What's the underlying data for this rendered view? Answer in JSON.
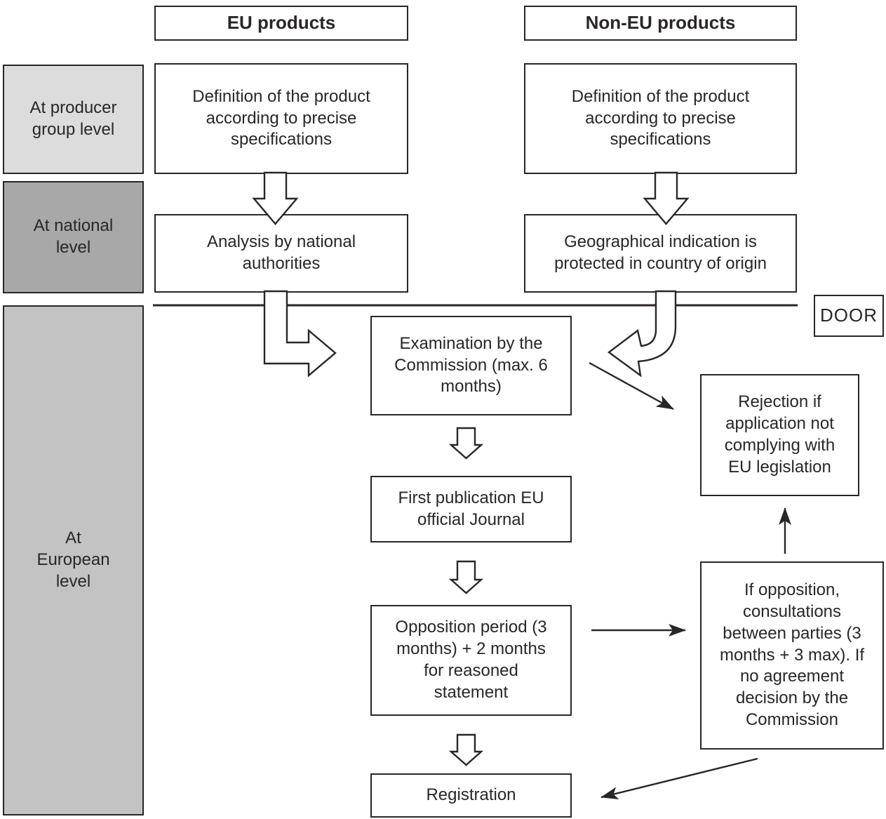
{
  "headers": {
    "eu": "EU products",
    "non_eu": "Non-EU products"
  },
  "sidebar": {
    "producer": "At producer\ngroup level",
    "national": "At national\nlevel",
    "european": "At\nEuropean\nlevel"
  },
  "flow": {
    "eu_definition": "Definition of the product\naccording to precise\nspecifications",
    "non_eu_definition": "Definition of the product\naccording to precise\nspecifications",
    "analysis": "Analysis by national\nauthorities",
    "geographical": "Geographical indication is\nprotected in country of origin",
    "examination": "Examination by the\nCommission (max. 6\nmonths)",
    "door": "DOOR",
    "rejection": "Rejection if\napplication not\ncomplying with\nEU legislation",
    "first_publication": "First publication EU\nofficial Journal",
    "opposition": "Opposition period (3\nmonths) + 2 months\nfor reasoned\nstatement",
    "consultation": "If opposition,\nconsultations\nbetween parties (3\nmonths + 3 max). If\nno agreement\ndecision by the\nCommission",
    "registration": "Registration"
  },
  "colors": {
    "producer_bg": "#dcdcdc",
    "national_bg": "#a8a8a8",
    "european_bg": "#c3c3c3",
    "line": "#2a2627",
    "box_bg": "#ffffff"
  }
}
